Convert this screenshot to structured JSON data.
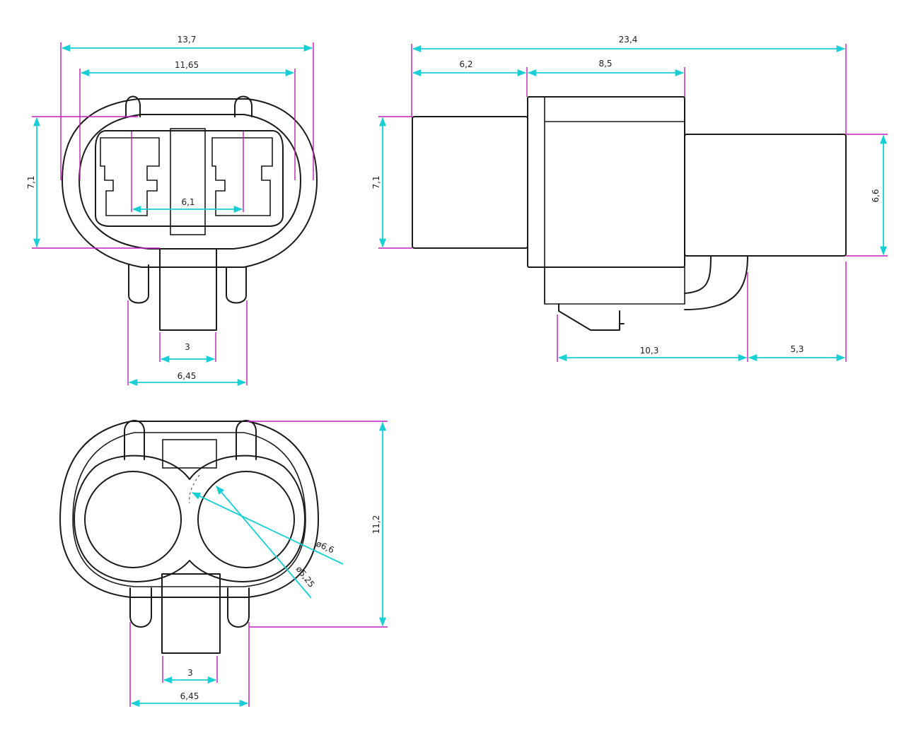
{
  "colors": {
    "outline": "#1a1a1a",
    "extension_line": "#c21dbb",
    "dimension_line": "#19cfd6",
    "text": "#222222"
  },
  "front_view": {
    "overall_width": "13,7",
    "inner_width": "11,65",
    "height": "7,1",
    "terminal_pitch": "6,1",
    "tab_width": "3",
    "latch_span": "6,45"
  },
  "side_view": {
    "overall_length": "23,4",
    "rear_length": "6,2",
    "body_length": "8,5",
    "rear_height": "7,1",
    "front_height": "6,6",
    "latch_length": "10,3",
    "nose_length": "5,3"
  },
  "rear_view": {
    "height": "11,2",
    "outer_diameter": "ø6,6",
    "inner_diameter": "ø5,25",
    "tab_width": "3",
    "latch_span": "6,45"
  }
}
